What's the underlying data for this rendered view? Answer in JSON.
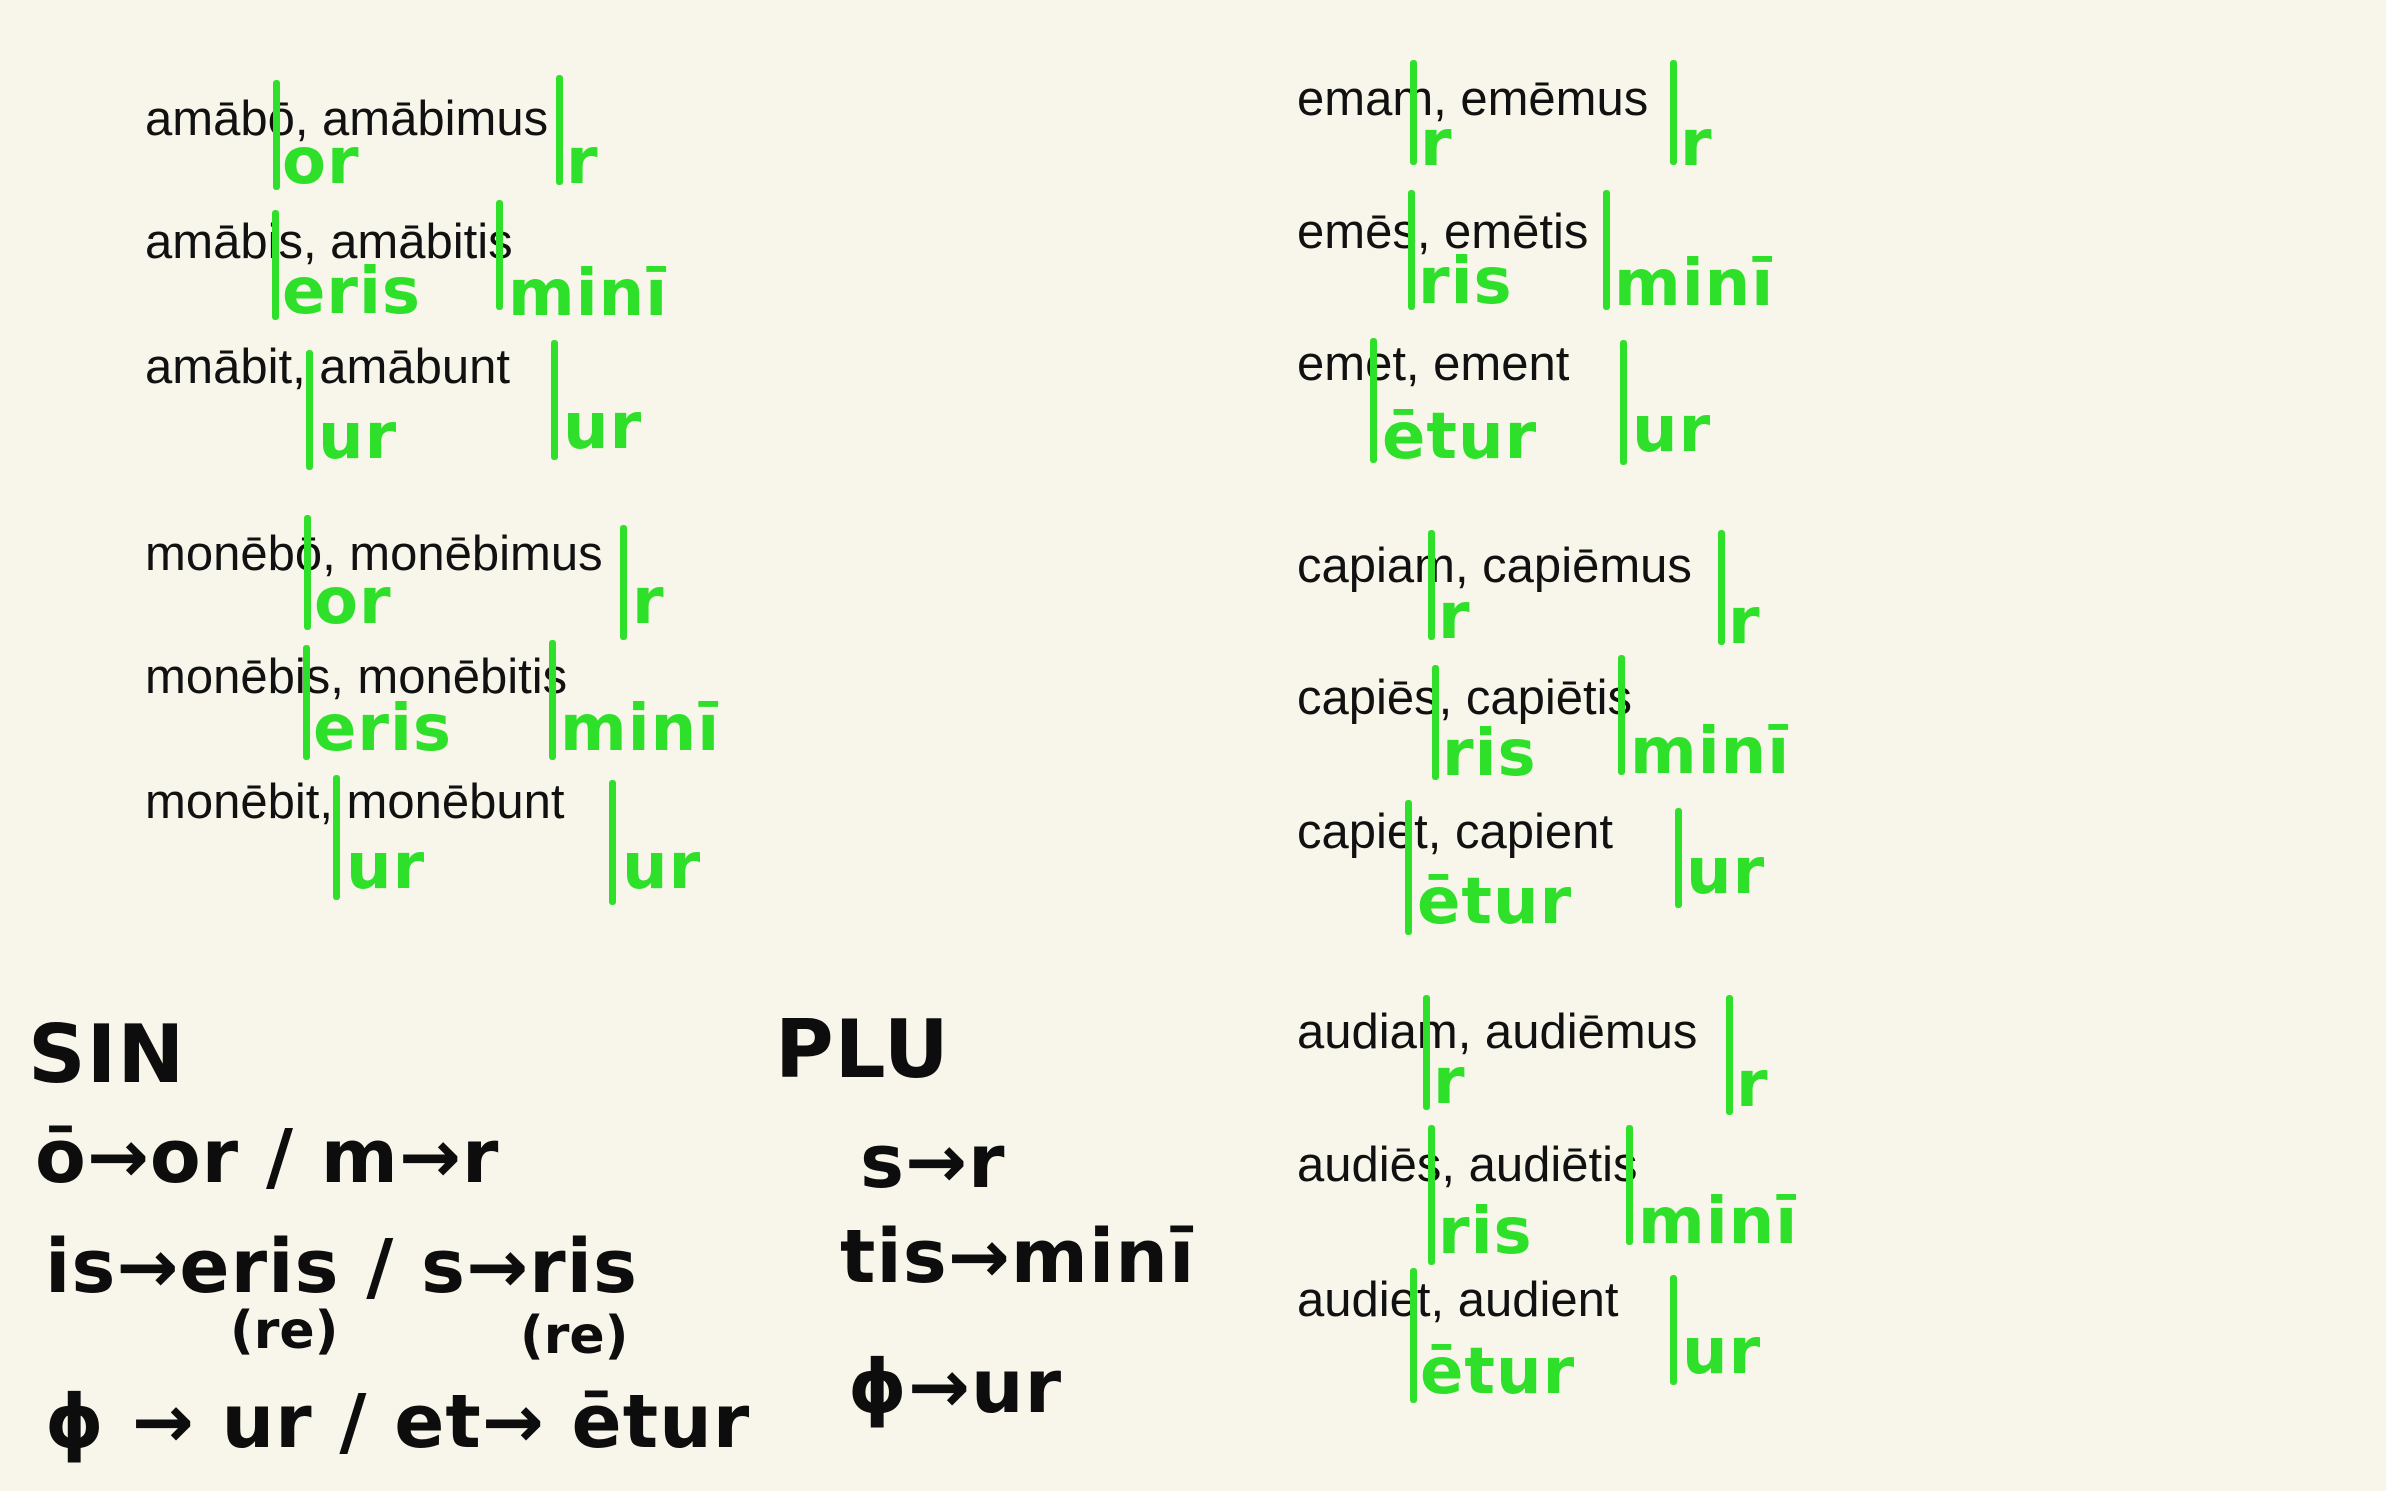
{
  "colors": {
    "paper": "#f8f6ea",
    "ink_green": "#2fe02a",
    "ink_black": "#0d0d0d"
  },
  "left": {
    "amo": [
      {
        "text": "amābō, amābimus",
        "endings": [
          "or",
          "r"
        ]
      },
      {
        "text": "amābis, amābitis",
        "endings": [
          "eris",
          "minī"
        ]
      },
      {
        "text": "amābit, amābunt",
        "endings": [
          "ur",
          "ur"
        ]
      }
    ],
    "moneo": [
      {
        "text": "monēbō, monēbimus",
        "endings": [
          "or",
          "r"
        ]
      },
      {
        "text": "monēbis, monēbitis",
        "endings": [
          "eris",
          "minī"
        ]
      },
      {
        "text": "monēbit, monēbunt",
        "endings": [
          "ur",
          "ur"
        ]
      }
    ]
  },
  "right": {
    "emo": [
      {
        "text": "emam, emēmus",
        "endings": [
          "r",
          "r"
        ]
      },
      {
        "text": "emēs, emētis",
        "endings": [
          "ris",
          "minī"
        ]
      },
      {
        "text": "emet, ement",
        "endings": [
          "ētur",
          "ur"
        ]
      }
    ],
    "capio": [
      {
        "text": "capiam, capiēmus",
        "endings": [
          "r",
          "r"
        ]
      },
      {
        "text": "capiēs, capiētis",
        "endings": [
          "ris",
          "minī"
        ]
      },
      {
        "text": "capiet, capient",
        "endings": [
          "ētur",
          "ur"
        ]
      }
    ],
    "audio": [
      {
        "text": "audiam, audiēmus",
        "endings": [
          "r",
          "r"
        ]
      },
      {
        "text": "audiēs, audiētis",
        "endings": [
          "ris",
          "minī"
        ]
      },
      {
        "text": "audiet, audient",
        "endings": [
          "ētur",
          "ur"
        ]
      }
    ]
  },
  "notes": {
    "sin": {
      "title": "SIN",
      "rule1": "ō→or / m→r",
      "rule2": "is→eris / s→ris",
      "rule2_sub_a": "(re)",
      "rule2_sub_b": "(re)",
      "rule3": "ϕ → ur / et→ ētur"
    },
    "plu": {
      "title": "PLU",
      "rule1": "s→r",
      "rule2": "tis→minī",
      "rule3": "ϕ→ur"
    }
  }
}
